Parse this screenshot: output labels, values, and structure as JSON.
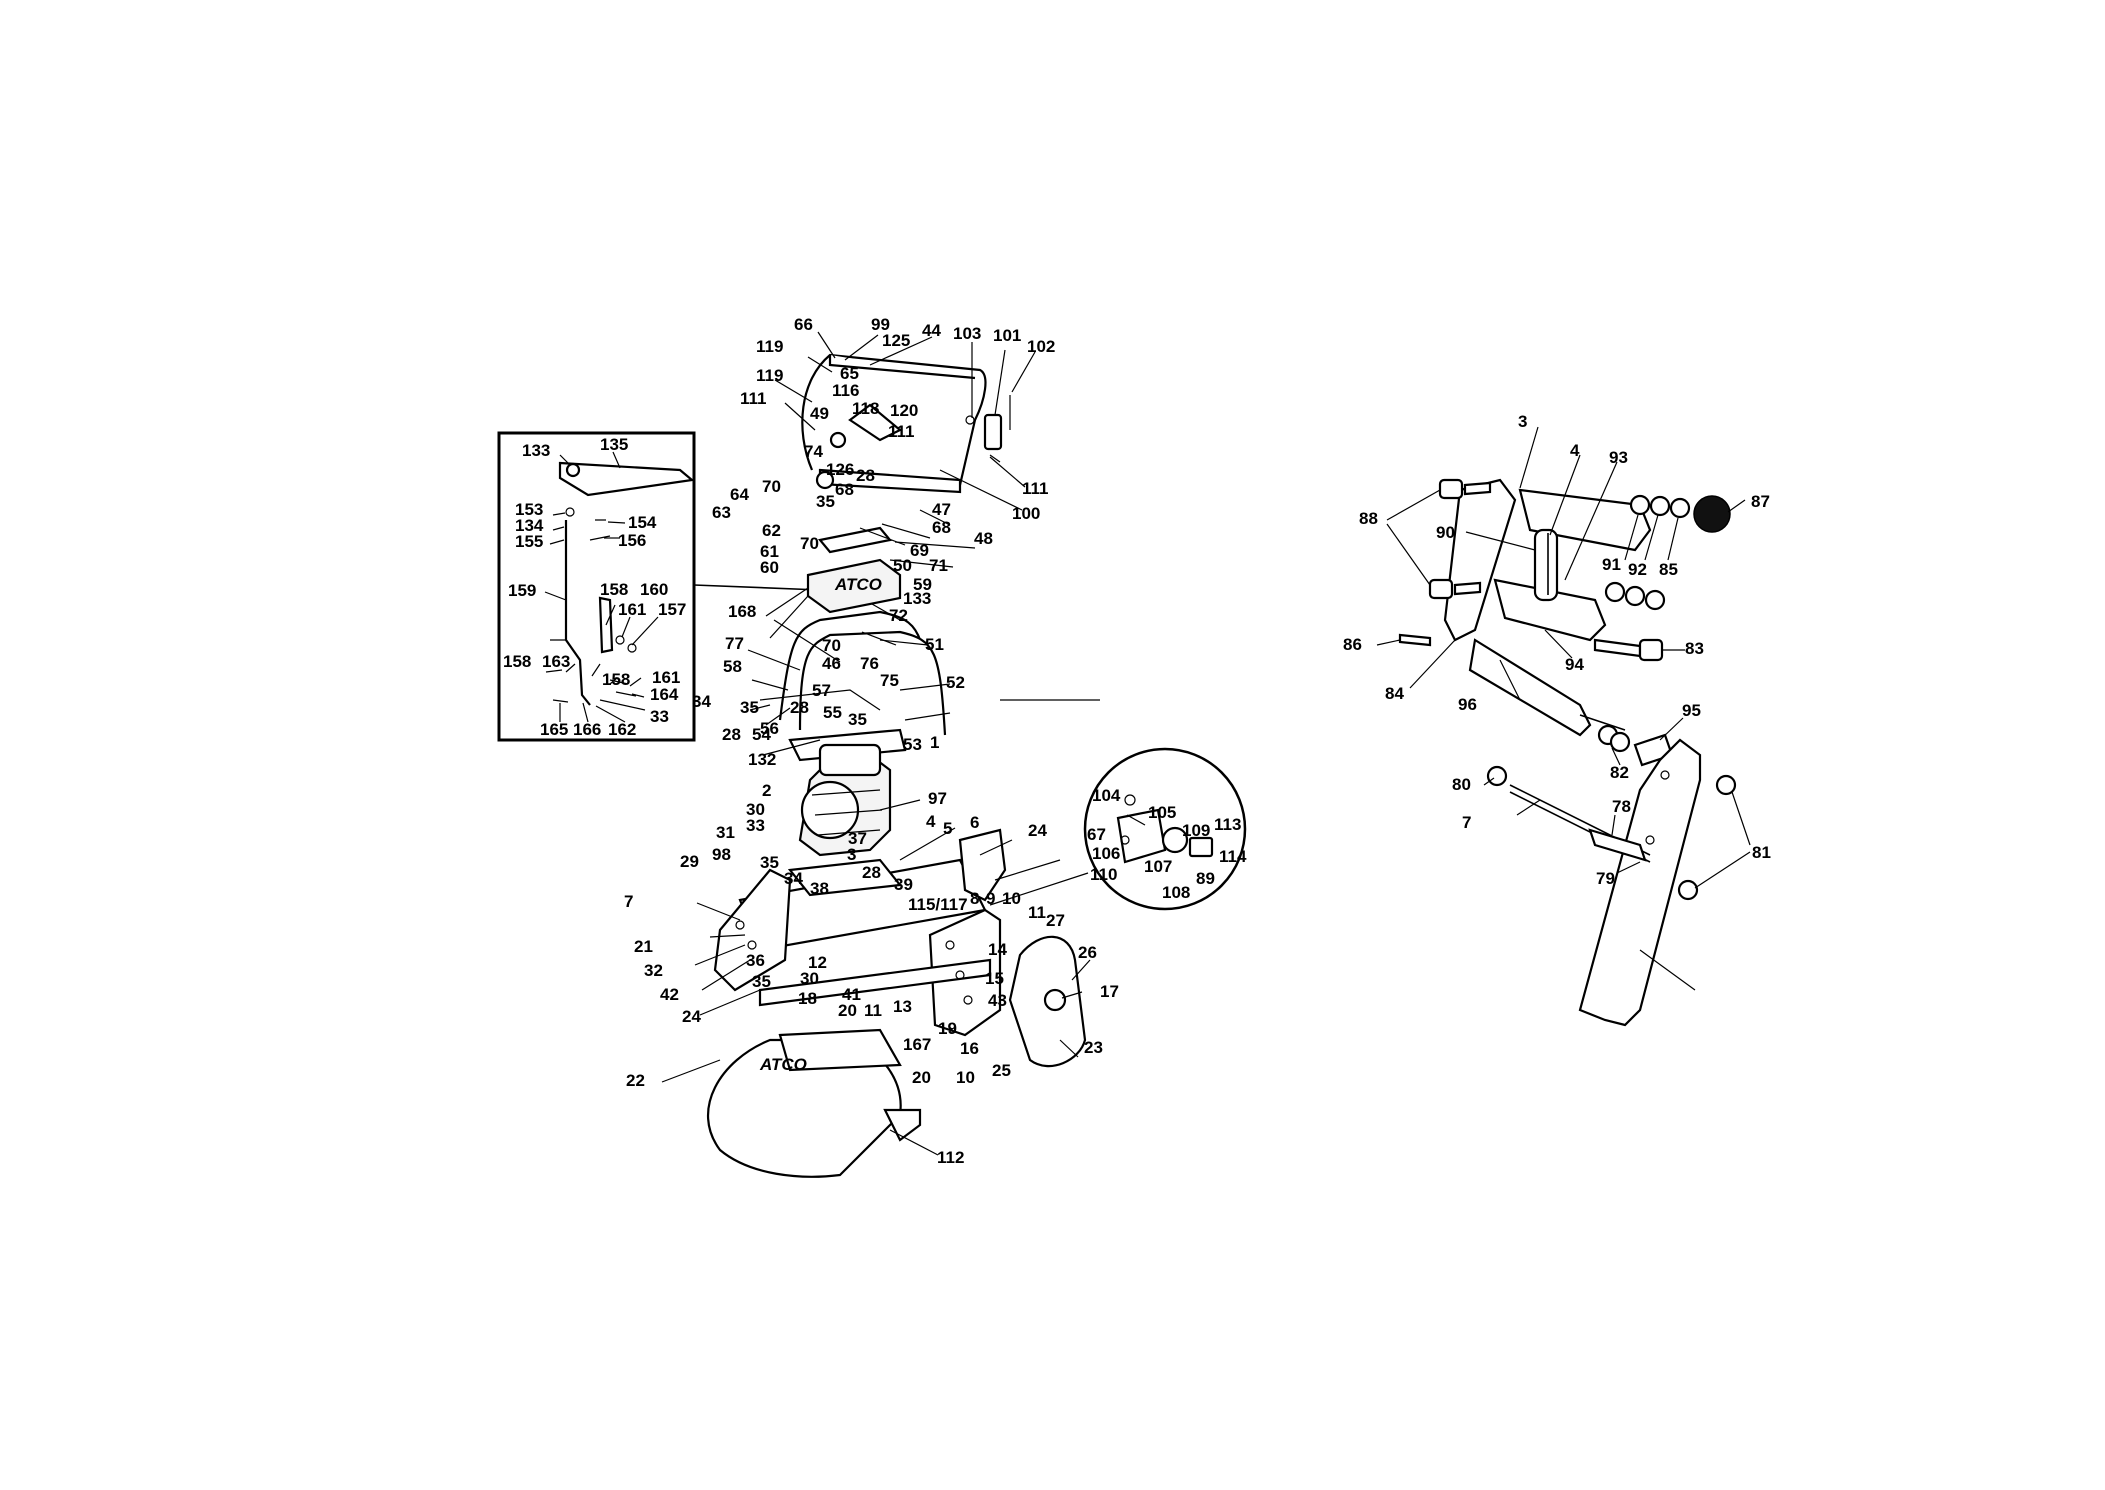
{
  "brand_text": "ATCO",
  "colors": {
    "ink": "#000000",
    "paper": "#ffffff"
  },
  "labels": [
    "66",
    "99",
    "125",
    "44",
    "103",
    "101",
    "102",
    "119",
    "65",
    "119",
    "116",
    "111",
    "49",
    "118",
    "120",
    "111",
    "74",
    "126",
    "28",
    "111",
    "100",
    "70",
    "64",
    "63",
    "35",
    "68",
    "47",
    "62",
    "68",
    "48",
    "70",
    "69",
    "61",
    "50",
    "71",
    "60",
    "59",
    "133",
    "72",
    "168",
    "70",
    "51",
    "46",
    "76",
    "77",
    "58",
    "75",
    "52",
    "57",
    "34",
    "35",
    "28",
    "56",
    "55",
    "35",
    "28",
    "54",
    "53",
    "1",
    "132",
    "133",
    "135",
    "153",
    "134",
    "154",
    "155",
    "156",
    "159",
    "158",
    "160",
    "161",
    "157",
    "158",
    "163",
    "158",
    "161",
    "164",
    "165",
    "166",
    "162",
    "33",
    "2",
    "97",
    "30",
    "33",
    "37",
    "3",
    "4",
    "5",
    "6",
    "24",
    "31",
    "35",
    "28",
    "29",
    "98",
    "34",
    "38",
    "39",
    "115/117",
    "7",
    "8",
    "9",
    "10",
    "11",
    "27",
    "21",
    "32",
    "36",
    "12",
    "14",
    "26",
    "42",
    "35",
    "30",
    "41",
    "13",
    "15",
    "17",
    "18",
    "20",
    "11",
    "43",
    "24",
    "19",
    "16",
    "23",
    "167",
    "22",
    "20",
    "10",
    "25",
    "112",
    "104",
    "105",
    "109",
    "113",
    "67",
    "106",
    "107",
    "114",
    "110",
    "108",
    "89",
    "3",
    "4",
    "93",
    "87",
    "88",
    "90",
    "91",
    "92",
    "85",
    "86",
    "84",
    "94",
    "83",
    "96",
    "95",
    "82",
    "80",
    "78",
    "81",
    "7",
    "79"
  ]
}
